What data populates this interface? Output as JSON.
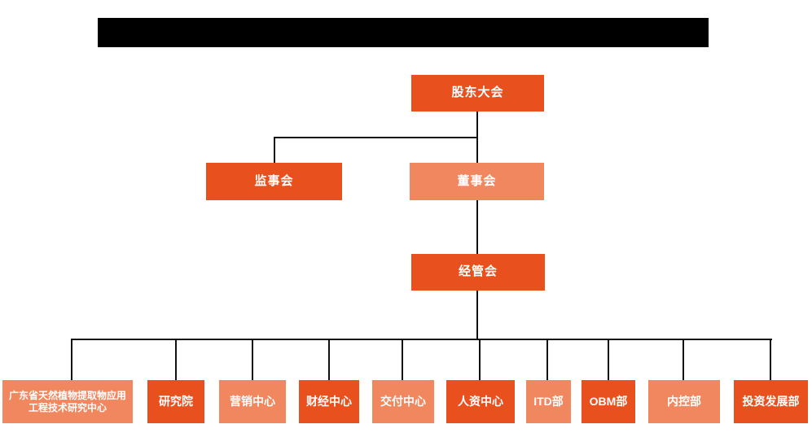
{
  "colors": {
    "primary": "#E8511E",
    "secondary": "#F0875F",
    "connector": "#111111",
    "redaction": "#000000",
    "node_text": "#FFFFFF",
    "background": "#FFFFFF"
  },
  "org": {
    "root": {
      "label": "股东大会"
    },
    "supervisory": {
      "label": "监事会"
    },
    "board": {
      "label": "董事会"
    },
    "management": {
      "label": "经管会"
    },
    "departments": [
      {
        "label": "广东省天然植物提取物应用工程技术研究中心"
      },
      {
        "label": "研究院"
      },
      {
        "label": "营销中心"
      },
      {
        "label": "财经中心"
      },
      {
        "label": "交付中心"
      },
      {
        "label": "人资中心"
      },
      {
        "label": "ITD部"
      },
      {
        "label": "OBM部"
      },
      {
        "label": "内控部"
      },
      {
        "label": "投资发展部"
      }
    ]
  }
}
